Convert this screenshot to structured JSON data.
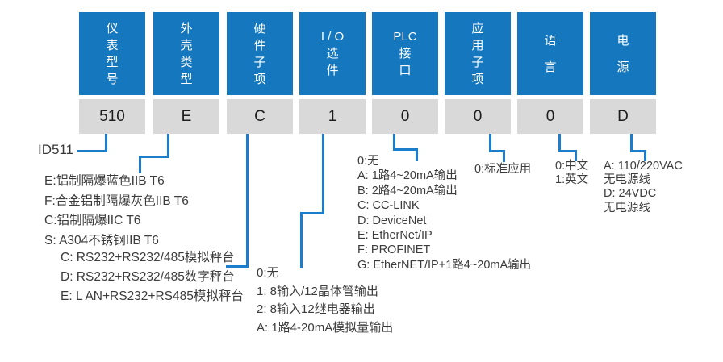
{
  "diagram": {
    "model_prefix": "ID511",
    "colors": {
      "header_box_blue": "#1577bd",
      "code_box_gray": "#d9d9d9",
      "connector_blue": "#1b7ecc",
      "annotation_text": "#3c3c3c"
    },
    "columns": [
      {
        "name": "仪表型号",
        "header_lines": [
          "仪",
          "表",
          "型",
          "号"
        ],
        "code": "510"
      },
      {
        "name": "外壳类型",
        "header_lines": [
          "外",
          "壳",
          "类",
          "型"
        ],
        "code": "E"
      },
      {
        "name": "硬件子项",
        "header_lines": [
          "硬",
          "件",
          "子",
          "项"
        ],
        "code": "C"
      },
      {
        "name": "I/O选件",
        "header_lines": [
          "I / O",
          "选",
          "件"
        ],
        "code": "1"
      },
      {
        "name": "PLC接口",
        "header_lines": [
          "PLC",
          "接",
          "口"
        ],
        "code": "0"
      },
      {
        "name": "应用子项",
        "header_lines": [
          "应",
          "用",
          "子",
          "项"
        ],
        "code": "0"
      },
      {
        "name": "语言",
        "header_lines": [
          "语",
          "言"
        ],
        "code": "0"
      },
      {
        "name": "电源",
        "header_lines": [
          "电",
          "源"
        ],
        "code": "D"
      }
    ],
    "legends": {
      "enclosure": [
        "E:铝制隔爆蓝色IIB T6",
        "F:合金铝制隔爆灰色IIB T6",
        "C:铝制隔爆IIC T6",
        "S: A304不锈钢IIB T6"
      ],
      "hardware": [
        "C: RS232+RS232/485模拟秤台",
        "D: RS232+RS232/485数字秤台",
        "E: L AN+RS232+RS485模拟秤台"
      ],
      "io": [
        "0:无",
        "1: 8输入/12晶体管输出",
        "2: 8输入12继电器输出",
        "A: 1路4-20mA模拟量输出"
      ],
      "plc": [
        "0:无",
        "A: 1路4~20mA输出",
        "B: 2路4~20mA输出",
        "C: CC-LINK",
        "D: DeviceNet",
        "E: EtherNet/IP",
        "F: PROFINET",
        "G: EtherNET/IP+1路4~20mA输出"
      ],
      "application": [
        "0:标准应用"
      ],
      "language": [
        "0:中文",
        "1:英文"
      ],
      "power": [
        "A: 110/220VAC",
        "无电源线",
        "D: 24VDC",
        "无电源线"
      ]
    }
  }
}
